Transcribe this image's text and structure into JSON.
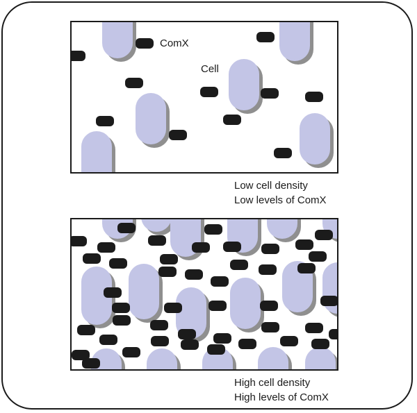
{
  "colors": {
    "cell": "#c3c5e6",
    "cell_shadow": "#8f8f8f",
    "comx": "#1b1b1b",
    "outline": "#1a1a1a"
  },
  "low_panel": {
    "labels": {
      "comx": "ComX",
      "cell": "Cell"
    },
    "caption": {
      "line1": "Low cell density",
      "line2": "Low levels of ComX"
    }
  },
  "high_panel": {
    "caption": {
      "line1": "High cell density",
      "line2": "High levels of ComX"
    }
  }
}
